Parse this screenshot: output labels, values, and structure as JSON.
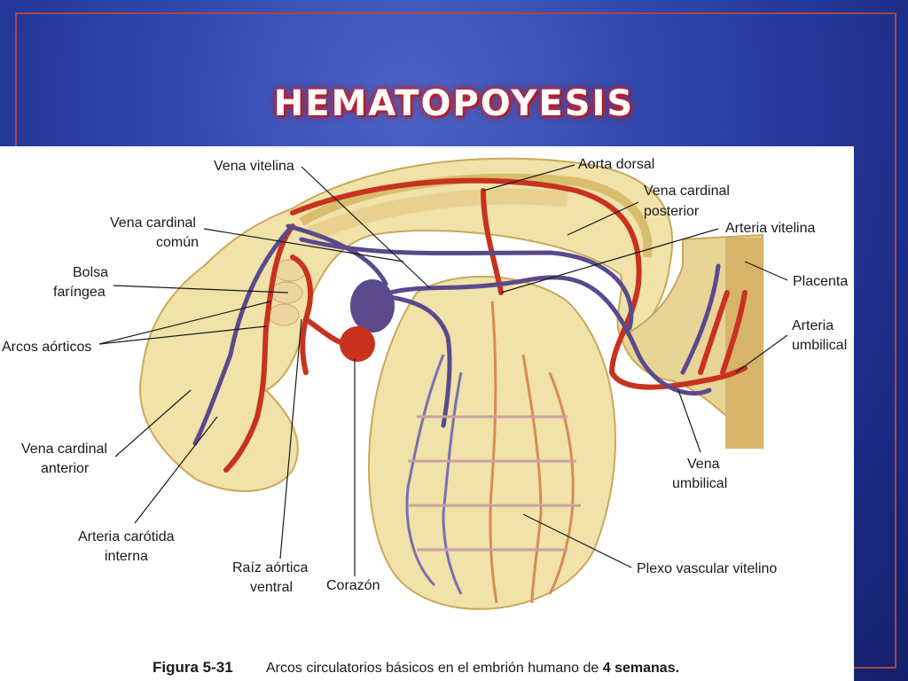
{
  "slide": {
    "title": "HEMATOPOYESIS"
  },
  "figure": {
    "labels": {
      "vena_vitelina": "Vena vitelina",
      "aorta_dorsal": "Aorta dorsal",
      "vena_cardinal_posterior_1": "Vena cardinal",
      "vena_cardinal_posterior_2": "posterior",
      "vena_cardinal_comun_1": "Vena cardinal",
      "vena_cardinal_comun_2": "común",
      "arteria_vitelina": "Arteria vitelina",
      "bolsa_faringea_1": "Bolsa",
      "bolsa_faringea_2": "faríngea",
      "placenta": "Placenta",
      "arcos_aorticos": "Arcos aórticos",
      "arteria_umbilical_1": "Arteria",
      "arteria_umbilical_2": "umbilical",
      "vena_cardinal_anterior_1": "Vena cardinal",
      "vena_cardinal_anterior_2": "anterior",
      "vena_umbilical_1": "Vena",
      "vena_umbilical_2": "umbilical",
      "arteria_carotida_1": "Arteria carótida",
      "arteria_carotida_2": "interna",
      "plexo_vascular": "Plexo vascular vitelino",
      "raiz_aortica_1": "Raíz aórtica",
      "raiz_aortica_2": "ventral",
      "corazon": "Corazón"
    },
    "caption": {
      "number": "Figura 5-31",
      "text": "Arcos circulatorios básicos en el embrión humano de ",
      "emphasis": "4 semanas."
    }
  },
  "colors": {
    "artery": "#c8321f",
    "vein": "#5a4a8c",
    "tissue": "#f0e2a8",
    "tissue_dark": "#d9bd6e"
  }
}
